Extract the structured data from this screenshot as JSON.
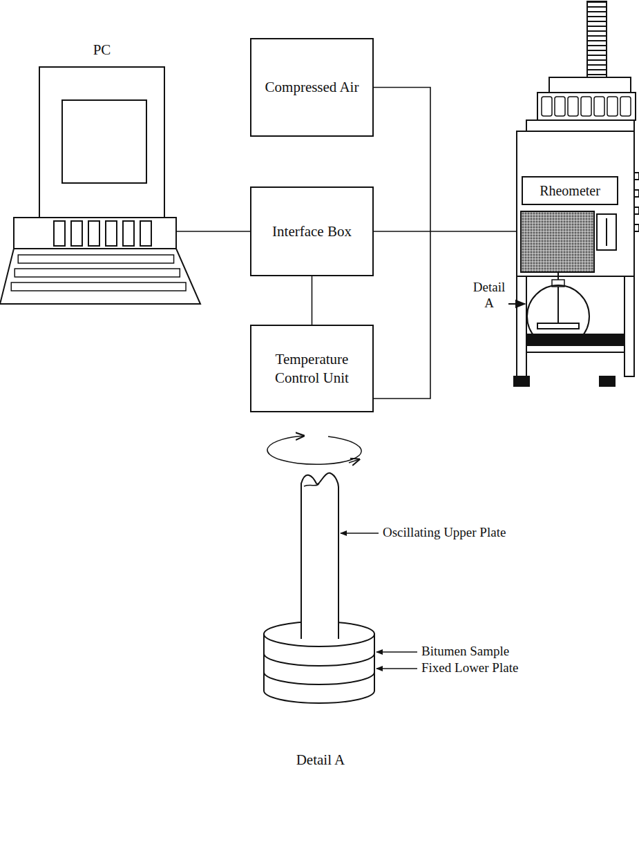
{
  "diagram": {
    "nodes": [
      {
        "text": [
          "PC"
        ]
      },
      {
        "text": [
          "Compressed Air"
        ]
      },
      {
        "text": [
          "Interface Box"
        ]
      },
      {
        "text": [
          "Rheometer"
        ]
      },
      {
        "text": [
          "Temperature Control Unit"
        ]
      }
    ],
    "edges": [
      {
        "from": 0,
        "to": 2,
        "arrow": "none"
      },
      {
        "from": 2,
        "to": 3,
        "arrow": "none"
      },
      {
        "from": 2,
        "to": 4,
        "arrow": "none"
      },
      {
        "from": 1,
        "to": 4,
        "arrow": "none"
      }
    ],
    "labels": [
      "Detail A",
      "Oscillating Upper Plate",
      "Bitumen Sample",
      "Fixed Lower Plate",
      "Detail A"
    ]
  }
}
